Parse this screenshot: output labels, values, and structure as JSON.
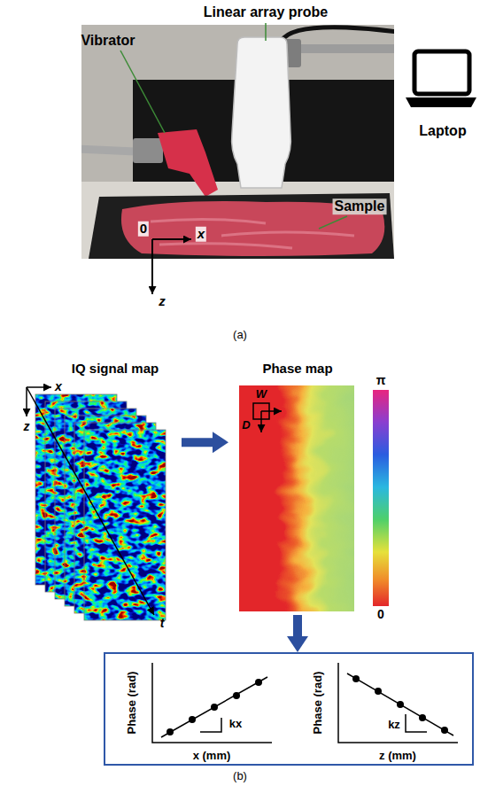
{
  "diagram": {
    "nodes": [
      {
        "text": [
          "IQ signal map"
        ]
      },
      {
        "text": [
          "Phase map"
        ]
      },
      {
        "text": [
          "Phase (rad)",
          "x (mm)",
          "kx",
          "Phase (rad)",
          "z (mm)",
          "kz"
        ]
      }
    ],
    "edges": [
      {
        "from": 0,
        "to": 1,
        "arrow": "to"
      },
      {
        "from": 1,
        "to": 2,
        "arrow": "to"
      }
    ],
    "labels": [
      "Linear array probe",
      "Vibrator",
      "Laptop",
      "Sample",
      "0",
      "x",
      "z",
      "(a)",
      "x",
      "z",
      "t",
      "W",
      "D",
      "π",
      "0",
      "(b)"
    ]
  }
}
